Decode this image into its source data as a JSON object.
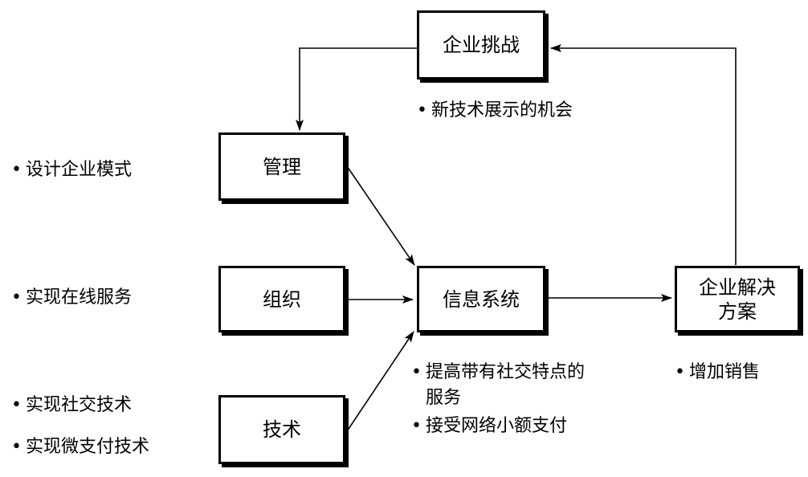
{
  "diagram": {
    "nodes": {
      "challenge": {
        "label": "企业挑战"
      },
      "management": {
        "label": "管理"
      },
      "organization": {
        "label": "组织"
      },
      "technology": {
        "label": "技术"
      },
      "info_system": {
        "label": "信息系统"
      },
      "solution": {
        "label": "企业解决\n方案"
      }
    },
    "notes": {
      "challenge": [
        "新技术展示的机会"
      ],
      "management": [
        "设计企业模式"
      ],
      "organization": [
        "实现在线服务"
      ],
      "technology": [
        "实现社交技术",
        "实现微支付技术"
      ],
      "info_system": [
        "提高带有社交特点的服务",
        "接受网络小额支付"
      ],
      "solution": [
        "增加销售"
      ]
    },
    "bullet": "•"
  }
}
